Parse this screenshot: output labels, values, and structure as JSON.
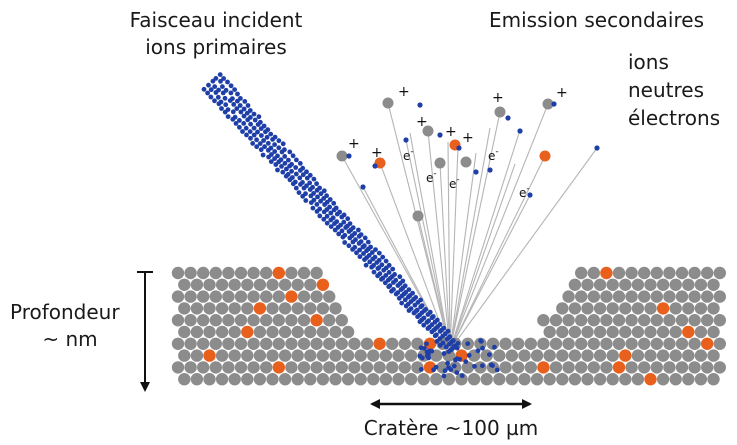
{
  "labels": {
    "beam_line1": "Faisceau incident",
    "beam_line2": "ions primaires",
    "emission_title": "Emission secondaires",
    "emission_ions": "ions",
    "emission_neutres": "neutres",
    "emission_electrons": "électrons",
    "depth_line1": "Profondeur",
    "depth_line2": "~ nm",
    "crater": "Cratère ~100 µm"
  },
  "charge_marks": {
    "plus": "+",
    "electron": "e",
    "minus_superscript": "-"
  },
  "colors": {
    "atom_gray": "#8c8c8c",
    "atom_orange": "#e8601c",
    "primary_ion_blue": "#1f3fa8",
    "trajectory_gray": "#b5b5b5",
    "arrow_black": "#111111"
  }
}
